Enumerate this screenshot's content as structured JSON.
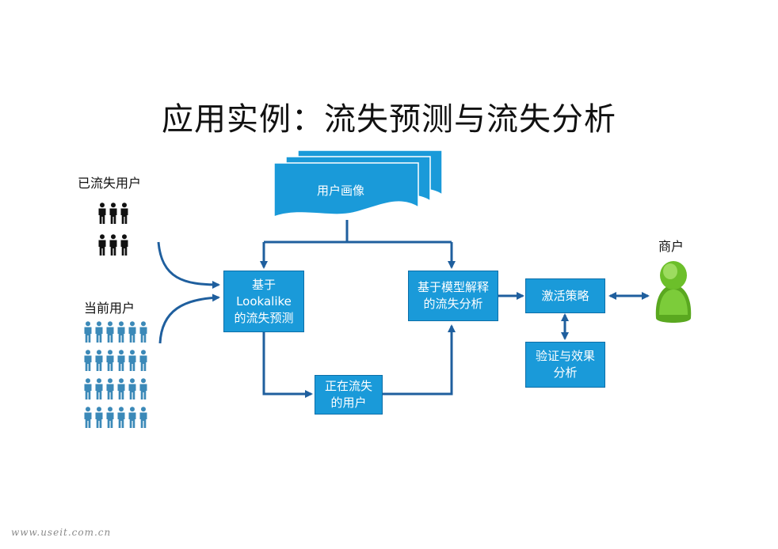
{
  "title": "应用实例：流失预测与流失分析",
  "labels": {
    "churned_users": "已流失用户",
    "current_users": "当前用户",
    "merchant": "商户"
  },
  "nodes": {
    "user_profile": "用户画像",
    "lookalike_line1": "基于",
    "lookalike_line2": "Lookalike",
    "lookalike_line3": "的流失预测",
    "model_line1": "基于模型解释",
    "model_line2": "的流失分析",
    "activation": "激活策略",
    "churning_line1": "正在流失",
    "churning_line2": "的用户",
    "verify_line1": "验证与效果",
    "verify_line2": "分析"
  },
  "watermark": "www.useit.com.cn",
  "colors": {
    "box_fill": "#1a9ad9",
    "arrow": "#1f5f9e",
    "churned_icon": "#111111",
    "current_icon": "#3b89b8",
    "merchant_icon": "#6cbf2a"
  },
  "icons": {
    "churned": "person-group-icon",
    "current": "person-crowd-icon",
    "merchant": "user-avatar-icon"
  }
}
